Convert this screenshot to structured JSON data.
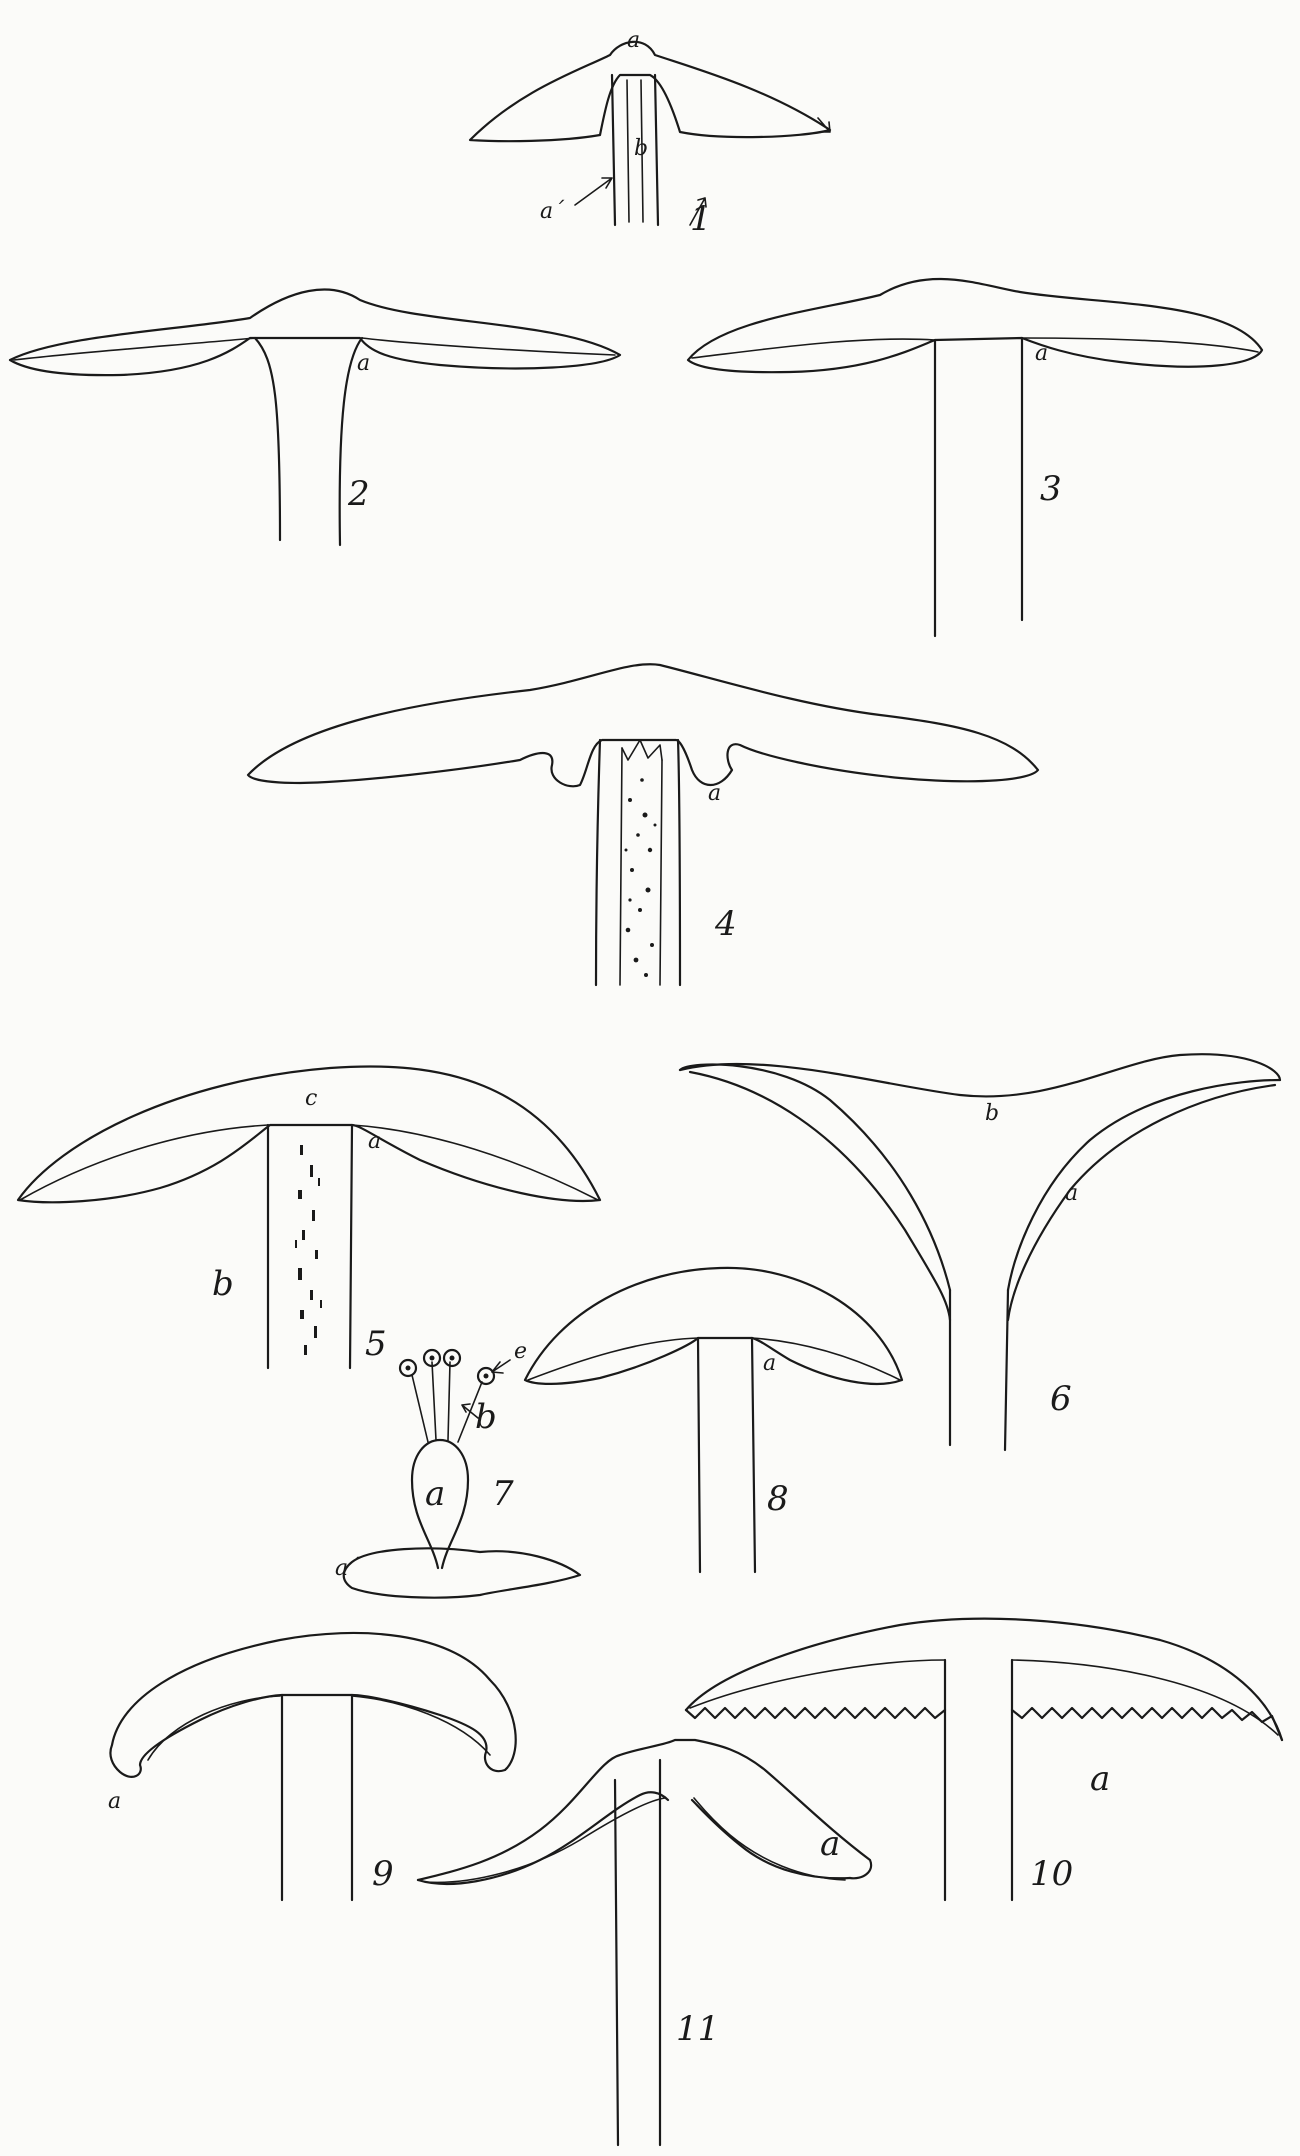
{
  "plate": {
    "figures": [
      {
        "id": "fig-1",
        "number": "1",
        "labels": [
          "a",
          "b",
          "a´"
        ]
      },
      {
        "id": "fig-2",
        "number": "2",
        "labels": [
          "a"
        ]
      },
      {
        "id": "fig-3",
        "number": "3",
        "labels": [
          "a"
        ]
      },
      {
        "id": "fig-4",
        "number": "4",
        "labels": [
          "a"
        ]
      },
      {
        "id": "fig-5",
        "number": "5",
        "labels": [
          "c",
          "a",
          "b"
        ]
      },
      {
        "id": "fig-6",
        "number": "6",
        "labels": [
          "b",
          "a"
        ]
      },
      {
        "id": "fig-7",
        "number": "7",
        "labels": [
          "e",
          "b",
          "a",
          "a´"
        ]
      },
      {
        "id": "fig-8",
        "number": "8",
        "labels": [
          "a"
        ]
      },
      {
        "id": "fig-9",
        "number": "9",
        "labels": [
          "a"
        ]
      },
      {
        "id": "fig-10",
        "number": "10",
        "labels": [
          "a"
        ]
      },
      {
        "id": "fig-11",
        "number": "11",
        "labels": [
          "a"
        ]
      }
    ]
  }
}
